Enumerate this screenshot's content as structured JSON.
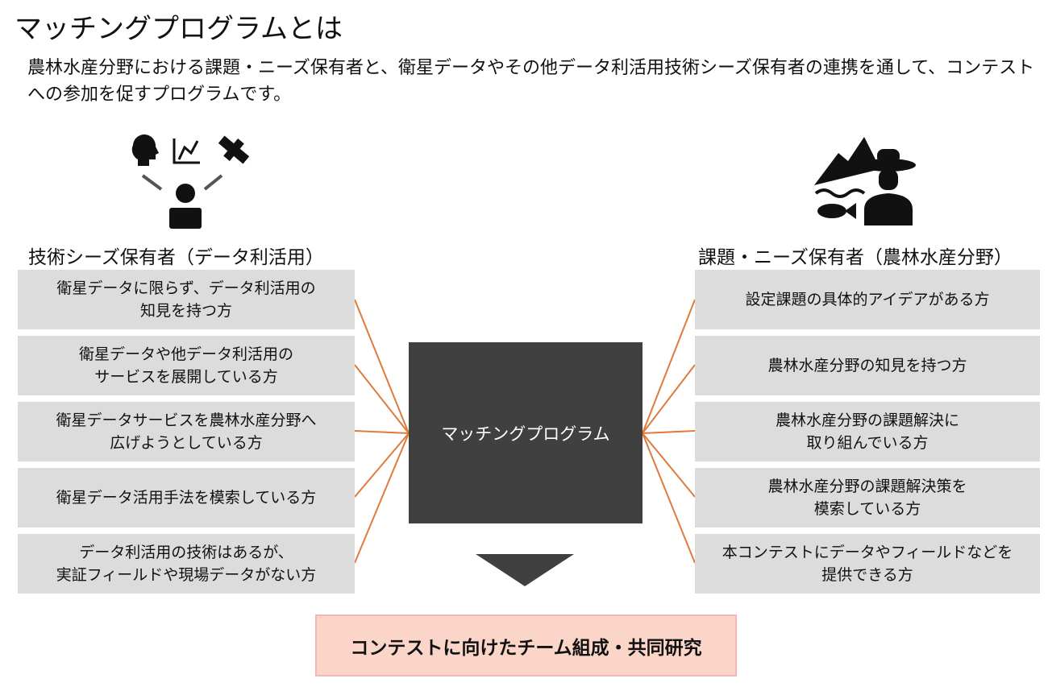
{
  "title": "マッチングプログラムとは",
  "intro": "農林水産分野における課題・ニーズ保有者と、衛星データやその他データ利活用技術シーズ保有者の連携を通して、コンテストへの参加を促すプログラムです。",
  "left": {
    "heading": "技術シーズ保有者（データ利活用）",
    "items": [
      "衛星データに限らず、データ利活用の\n知見を持つ方",
      "衛星データや他データ利活用の\nサービスを展開している方",
      "衛星データサービスを農林水産分野へ\n広げようとしている方",
      "衛星データ活用手法を模索している方",
      "データ利活用の技術はあるが、\n実証フィールドや現場データがない方"
    ]
  },
  "right": {
    "heading": "課題・ニーズ保有者（農林水産分野）",
    "items": [
      "設定課題の具体的アイデアがある方",
      "農林水産分野の知見を持つ方",
      "農林水産分野の課題解決に\n取り組んでいる方",
      "農林水産分野の課題解決策を\n模索している方",
      "本コンテストにデータやフィールドなどを\n提供できる方"
    ]
  },
  "center": "マッチングプログラム",
  "result": "コンテストに向けたチーム組成・共同研究",
  "colors": {
    "connector": "#e07a3a",
    "box": "#dcdcdc",
    "center": "#404040",
    "result": "#fbd5c8"
  }
}
